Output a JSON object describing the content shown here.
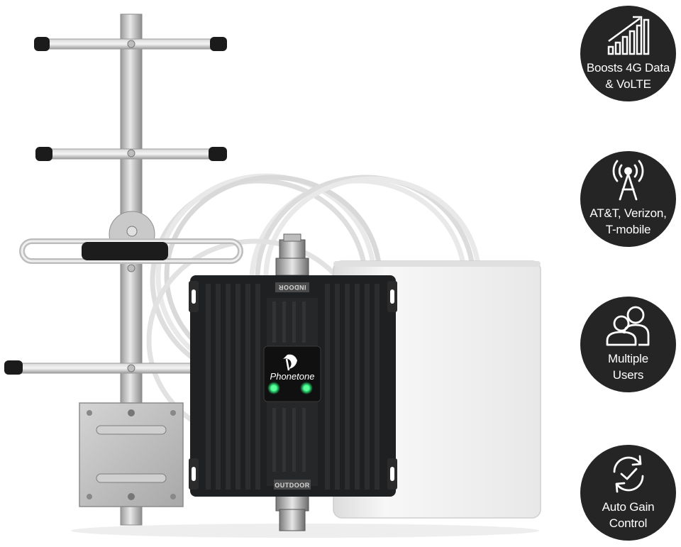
{
  "product": {
    "brand": "Phonetone",
    "indoor_port_label": "INDOOR",
    "outdoor_port_label": "OUTDOOR",
    "led_color": "#2ee87a",
    "body_color": "#1f2021",
    "panel_color": "#f1f1f1"
  },
  "features": [
    {
      "icon": "signal-bars-icon",
      "line1": "Boosts 4G Data",
      "line2": "& VoLTE"
    },
    {
      "icon": "cell-tower-icon",
      "line1": "AT&T, Verizon,",
      "line2": "T-mobile"
    },
    {
      "icon": "users-icon",
      "line1": "Multiple",
      "line2": "Users"
    },
    {
      "icon": "refresh-check-icon",
      "line1": "Auto Gain",
      "line2": "Control"
    }
  ],
  "colors": {
    "badge_bg": "#252525",
    "badge_text": "#ffffff"
  }
}
